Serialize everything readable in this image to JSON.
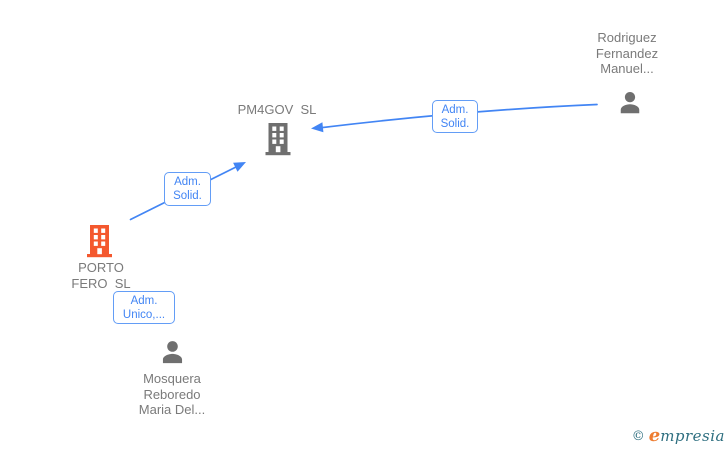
{
  "canvas": {
    "background": "#ffffff"
  },
  "colors": {
    "edge": "#4285f4",
    "edge_label_border": "#639df6",
    "edge_label_text": "#4285f4",
    "node_icon_gray": "#6f6f6f",
    "node_label_gray": "#7a7a7a",
    "company_highlight": "#f4582e",
    "logo_teal": "#2e6f80",
    "logo_orange": "#ee7d31"
  },
  "nodes": {
    "rodriguez": {
      "type": "person",
      "lines": [
        "Rodriguez",
        "Fernandez",
        "Manuel..."
      ]
    },
    "pm4gov": {
      "type": "company",
      "lines": [
        "PM4GOV  SL"
      ]
    },
    "porto_fero": {
      "type": "company",
      "lines": [
        "PORTO",
        "FERO  SL"
      ]
    },
    "mosquera": {
      "type": "person",
      "lines": [
        "Mosquera",
        "Reboredo",
        "Maria Del..."
      ]
    }
  },
  "edges": {
    "rodriguez_pm4gov": {
      "label": [
        "Adm.",
        "Solid."
      ]
    },
    "porto_pm4gov": {
      "label": [
        "Adm.",
        "Solid."
      ]
    },
    "mosquera_porto": {
      "label": [
        "Adm.",
        "Unico,..."
      ]
    }
  },
  "footer": {
    "copyright": "©",
    "brand_initial": "e",
    "brand_rest": "mpresia"
  }
}
